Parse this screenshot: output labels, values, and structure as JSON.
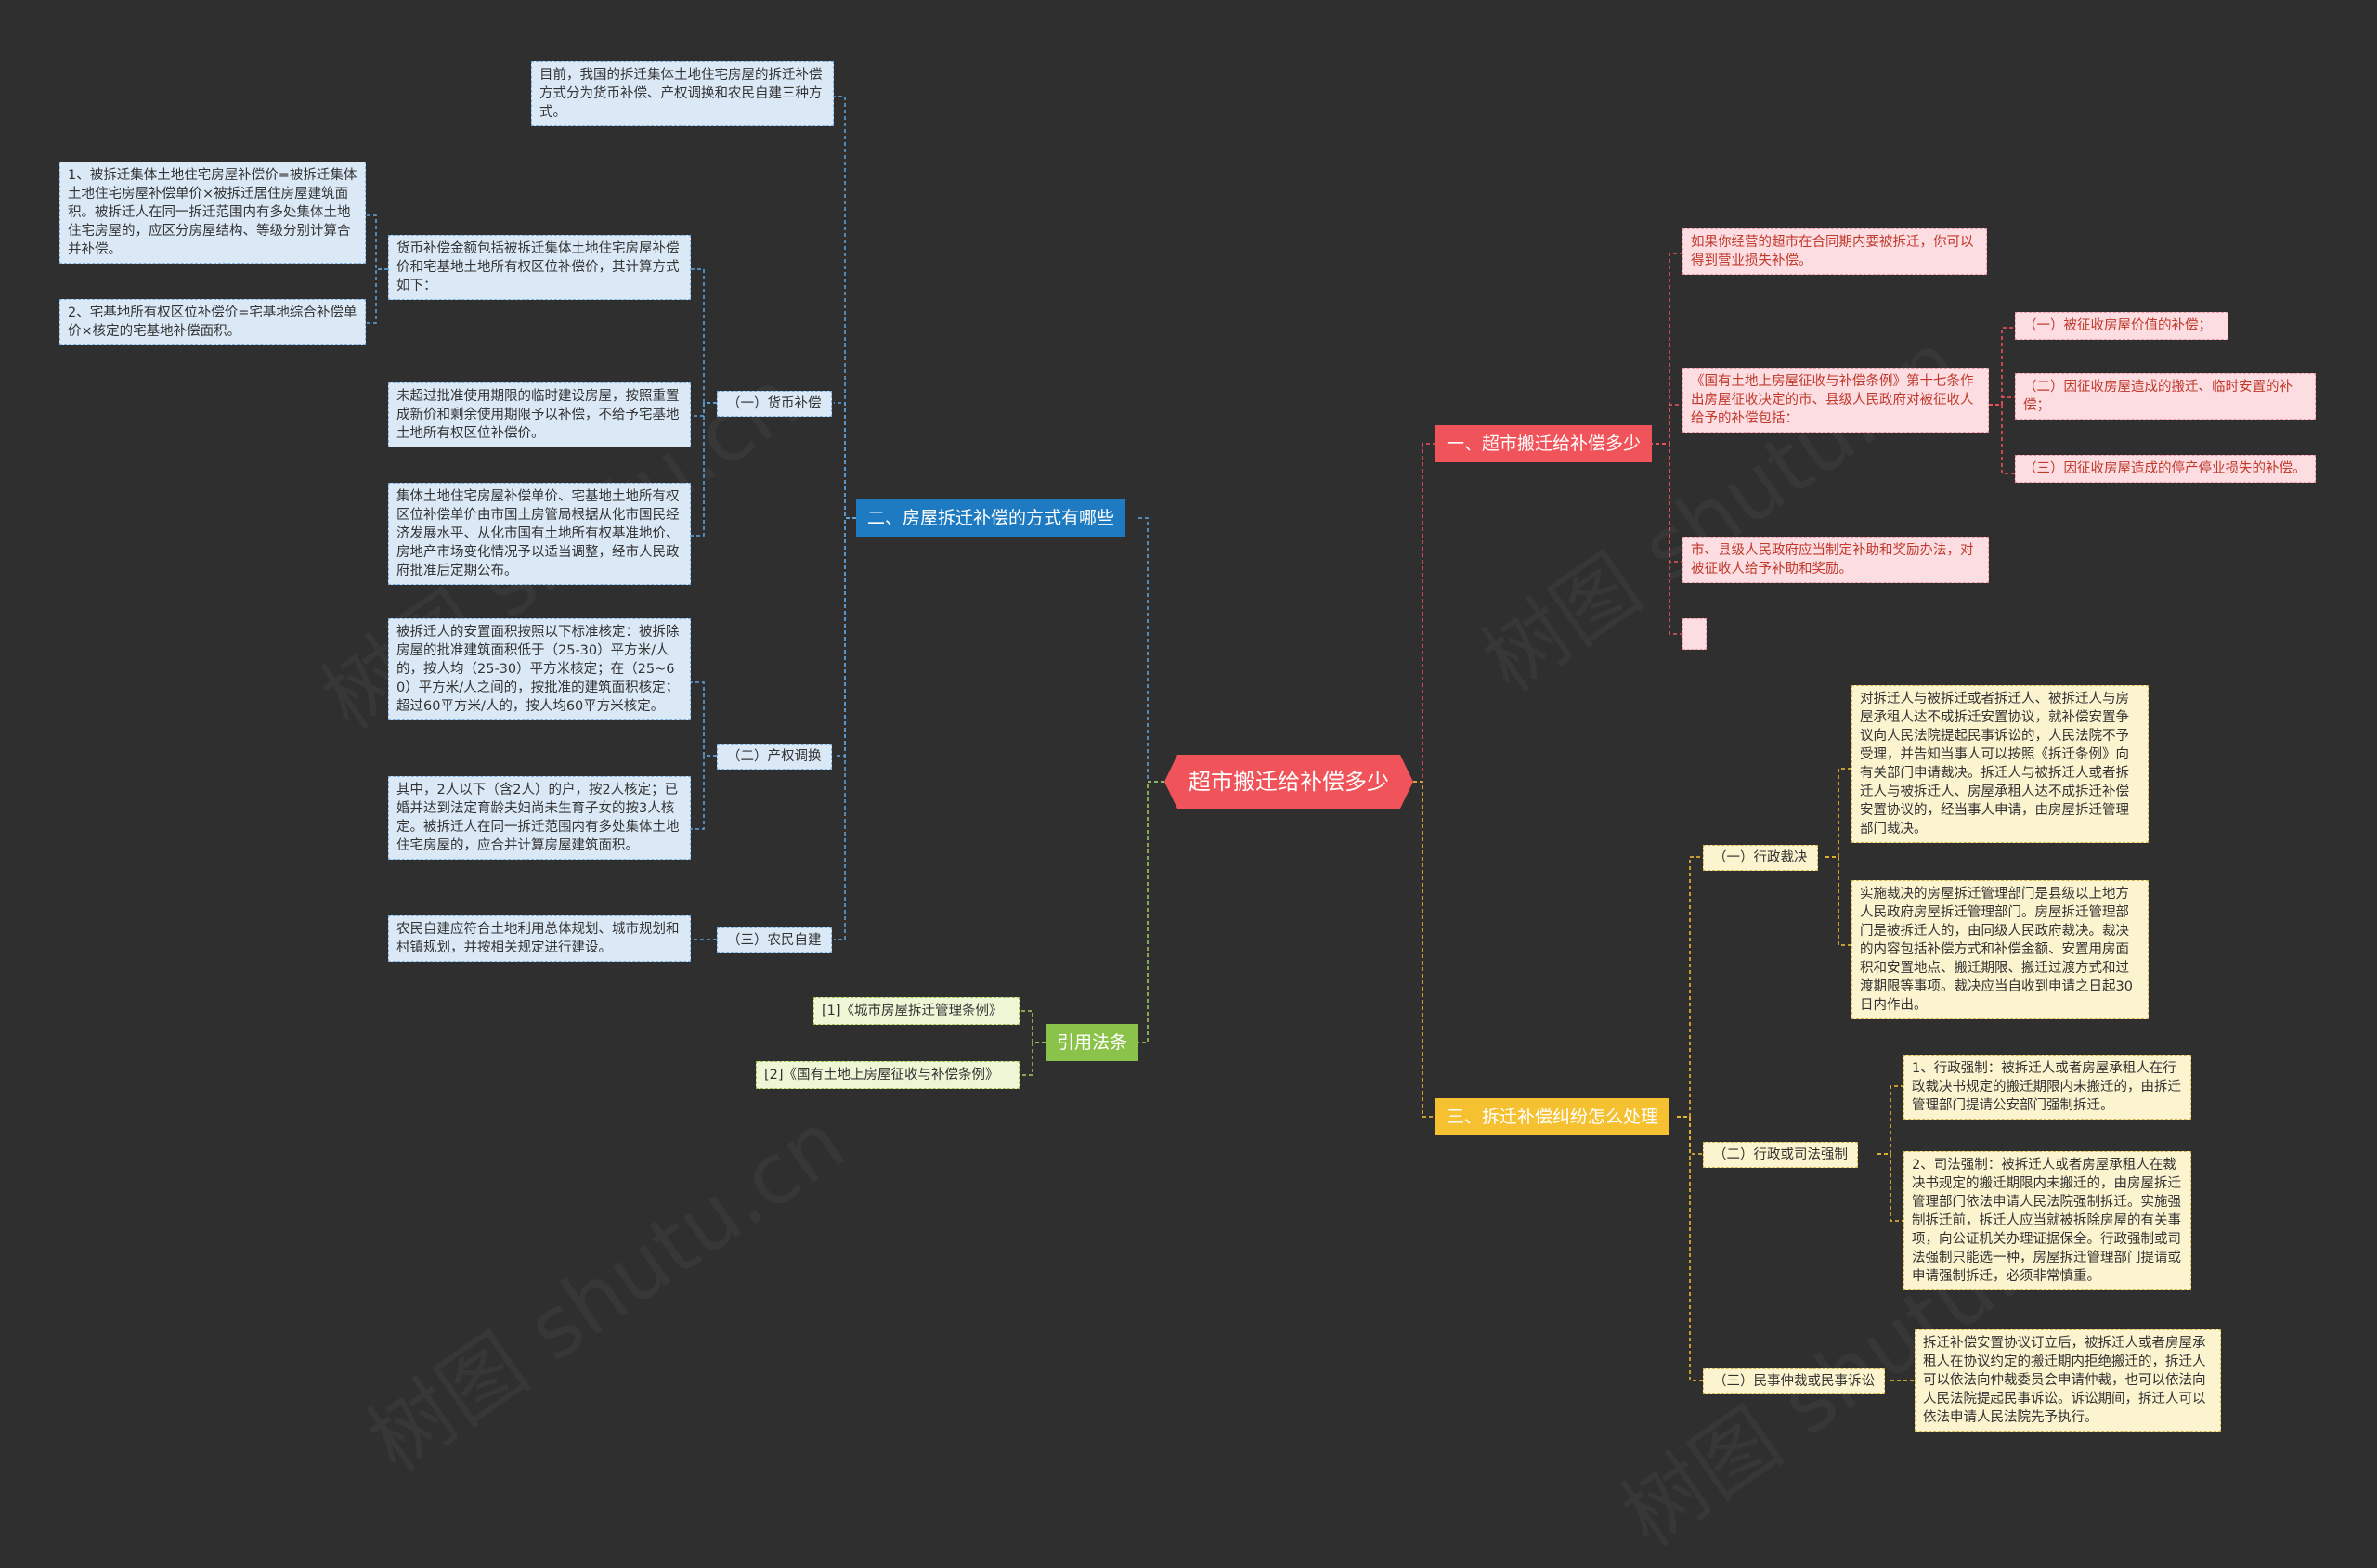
{
  "root": "超市搬迁给补偿多少",
  "colors": {
    "root": "#f0545a",
    "branch1": "#f0545a",
    "branch2": "#1f7bc1",
    "branch3": "#f5c131",
    "branch4": "#8bc34a",
    "background": "#2f2f2f"
  },
  "branch1": {
    "label": "一、超市搬迁给补偿多少",
    "leaf1": "如果你经营的超市在合同期内要被拆迁，你可以得到营业损失补偿。",
    "leaf2": "《国有土地上房屋征收与补偿条例》第十七条作出房屋征收决定的市、县级人民政府对被征收人给予的补偿包括：",
    "leaf2_items": [
      "（一）被征收房屋价值的补偿；",
      "（二）因征收房屋造成的搬迁、临时安置的补偿；",
      "（三）因征收房屋造成的停产停业损失的补偿。"
    ],
    "leaf3": "市、县级人民政府应当制定补助和奖励办法，对被征收人给予补助和奖励。",
    "leaf4": ""
  },
  "branch2": {
    "label": "二、房屋拆迁补偿的方式有哪些",
    "intro": "目前，我国的拆迁集体土地住宅房屋的拆迁补偿方式分为货币补偿、产权调换和农民自建三种方式。",
    "money": {
      "label": "（一）货币补偿",
      "leaf1": "货币补偿金额包括被拆迁集体土地住宅房屋补偿价和宅基地土地所有权区位补偿价，其计算方式如下：",
      "leaf1_items": [
        "1、被拆迁集体土地住宅房屋补偿价=被拆迁集体土地住宅房屋补偿单价×被拆迁居住房屋建筑面积。被拆迁人在同一拆迁范围内有多处集体土地住宅房屋的，应区分房屋结构、等级分别计算合并补偿。",
        "2、宅基地所有权区位补偿价=宅基地综合补偿单价×核定的宅基地补偿面积。"
      ],
      "leaf2": "未超过批准使用期限的临时建设房屋，按照重置成新价和剩余使用期限予以补偿，不给予宅基地土地所有权区位补偿价。",
      "leaf3": "集体土地住宅房屋补偿单价、宅基地土地所有权区位补偿单价由市国土房管局根据从化市国民经济发展水平、从化市国有土地所有权基准地价、房地产市场变化情况予以适当调整，经市人民政府批准后定期公布。"
    },
    "swap": {
      "label": "（二）产权调换",
      "leaf1": "被拆迁人的安置面积按照以下标准核定：被拆除房屋的批准建筑面积低于（25-30）平方米/人的，按人均（25-30）平方米核定；在（25~60）平方米/人之间的，按批准的建筑面积核定；超过60平方米/人的，按人均60平方米核定。",
      "leaf2": "其中，2人以下（含2人）的户，按2人核定；已婚并达到法定育龄夫妇尚未生育子女的按3人核定。被拆迁人在同一拆迁范围内有多处集体土地住宅房屋的，应合并计算房屋建筑面积。"
    },
    "self": {
      "label": "（三）农民自建",
      "leaf1": "农民自建应符合土地利用总体规划、城市规划和村镇规划，并按相关规定进行建设。"
    }
  },
  "branch3": {
    "label": "三、拆迁补偿纠纷怎么处理",
    "admin": {
      "label": "（一）行政裁决",
      "leaf1": "对拆迁人与被拆迁或者拆迁人、被拆迁人与房屋承租人达不成拆迁安置协议，就补偿安置争议向人民法院提起民事诉讼的，人民法院不予受理，并告知当事人可以按照《拆迁条例》向有关部门申请裁决。拆迁人与被拆迁人或者拆迁人与被拆迁人、房屋承租人达不成拆迁补偿安置协议的，经当事人申请，由房屋拆迁管理部门裁决。",
      "leaf2": "实施裁决的房屋拆迁管理部门是县级以上地方人民政府房屋拆迁管理部门。房屋拆迁管理部门是被拆迁人的，由同级人民政府裁决。裁决的内容包括补偿方式和补偿金额、安置用房面积和安置地点、搬迁期限、搬迁过渡方式和过渡期限等事项。裁决应当自收到申请之日起30日内作出。"
    },
    "force": {
      "label": "（二）行政或司法强制",
      "leaf1": "1、行政强制：被拆迁人或者房屋承租人在行政裁决书规定的搬迁期限内未搬迁的，由拆迁管理部门提请公安部门强制拆迁。",
      "leaf2": "2、司法强制：被拆迁人或者房屋承租人在裁决书规定的搬迁期限内未搬迁的，由房屋拆迁管理部门依法申请人民法院强制拆迁。实施强制拆迁前，拆迁人应当就被拆除房屋的有关事项，向公证机关办理证据保全。行政强制或司法强制只能选一种，房屋拆迁管理部门提请或申请强制拆迁，必须非常慎重。"
    },
    "civil": {
      "label": "（三）民事仲裁或民事诉讼",
      "leaf1": "拆迁补偿安置协议订立后，被拆迁人或者房屋承租人在协议约定的搬迁期内拒绝搬迁的，拆迁人可以依法向仲裁委员会申请仲裁，也可以依法向人民法院提起民事诉讼。诉讼期间，拆迁人可以依法申请人民法院先予执行。"
    }
  },
  "branch4": {
    "label": "引用法条",
    "items": [
      "[1]《城市房屋拆迁管理条例》",
      "[2]《国有土地上房屋征收与补偿条例》"
    ]
  },
  "watermark": "树图 shutu.cn"
}
